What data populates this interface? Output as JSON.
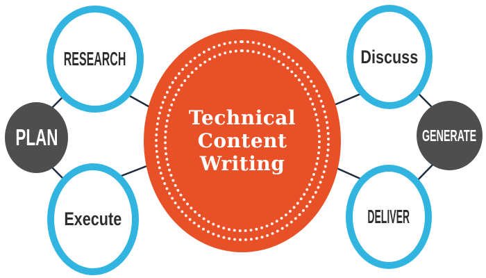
{
  "diagram": {
    "center": {
      "label_lines": [
        "Technical",
        "Content",
        "Writing"
      ]
    },
    "nodes": {
      "plan": {
        "label": "PLAN"
      },
      "research": {
        "label": "RESEARCH"
      },
      "execute": {
        "label": "Execute"
      },
      "discuss": {
        "label": "Discuss"
      },
      "generate": {
        "label": "GENERATE"
      },
      "deliver": {
        "label": "DELIVER"
      }
    },
    "colors": {
      "center_orange": "#E85128",
      "ring_cyan": "#31B5E0",
      "node_gray": "#4E4E4E",
      "connector_dark": "#1E2B3C",
      "label_dark": "#2D2D2D",
      "label_light": "#FFFFFF",
      "background": "#FFFFFF"
    }
  }
}
